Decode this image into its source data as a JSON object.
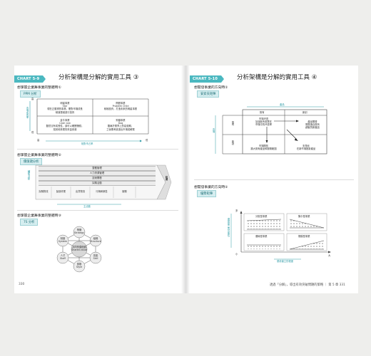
{
  "left": {
    "tag": "CHART 5-9",
    "title": "分析架構是分解的實用工具 ③",
    "page_number": "330",
    "sections": {
      "ppm": {
        "heading": "想掌握企業舞事業的整體時①",
        "tool": "PPM 分析",
        "y_axis_top": "高",
        "y_axis_bottom": "低",
        "y_axis_label": "市場成長率",
        "x_axis_left": "高",
        "x_axis_right": "低",
        "x_axis_label": "相對市占率",
        "star": {
          "title": "明星事業",
          "en": "Star",
          "line1": "現在正獲得的事業，需對市場成長",
          "line2": "積速運維進行投資"
        },
        "problem": {
          "title": "問題事業",
          "en": "Problem Child",
          "line1": "積極投資，打造未來的明星事業"
        },
        "cow": {
          "title": "金牛事業",
          "en": "Cash cow",
          "line1": "雖然沒有成長性，卻可以確實賺錢，",
          "line2": "是其他事業的資金來源"
        },
        "dog": {
          "title": "狗類事業",
          "en": "Dog",
          "line1": "雖屬於業界上的衰退期，",
          "line2": "之後需考慮退出市場或轉業"
        }
      },
      "value_chain": {
        "heading": "想掌握企業舞事業的整體時②",
        "tool": "價值鏈分析",
        "left_label": "輔助活動",
        "right_label": "利潤",
        "support": [
          "整體管理",
          "人力資源管理",
          "技術開發",
          "採購活動"
        ],
        "primary": [
          "採購物流",
          "製造作業",
          "出貨物流",
          "行銷和銷售",
          "服務"
        ],
        "bottom_label": "主活動"
      },
      "seven_s": {
        "heading": "想掌握企業舞事業的整體時③",
        "tool": "7S 分析",
        "nodes": {
          "strategy": {
            "zh": "策略",
            "en": "Strategy"
          },
          "system": {
            "zh": "制度",
            "en": "System"
          },
          "structure": {
            "zh": "組織",
            "en": "Structure"
          },
          "shared": {
            "zh": "共同的價值觀",
            "en": "Shared value"
          },
          "staff": {
            "zh": "人才",
            "en": "Staff"
          },
          "skill": {
            "zh": "技能",
            "en": "Skill"
          },
          "style": {
            "zh": "風格",
            "en": "Style"
          }
        }
      }
    }
  },
  "right": {
    "tag": "CHART 5-10",
    "title": "分析架構是分解的實用工具 ④",
    "page_number": "331",
    "footer_text": "透過「分解」，導出有效突破問題的策略",
    "chapter": "第 5 章",
    "sections": {
      "ansoff": {
        "heading": "想開發事業的方向時①",
        "tool": "安索夫矩陣",
        "top_label": "產品",
        "col1": "既有",
        "col2": "新創",
        "left_label": "市場",
        "row1": "既有",
        "row2": "新創",
        "penetration": {
          "title": "市場滲透",
          "line1": "加強既有事業在",
          "line2": "市場中的滲透率"
        },
        "product_dev": {
          "title": "產品開發",
          "line1": "開發適合既有",
          "line2": "顧客的新產品"
        },
        "market_dev": {
          "title": "市場開拓",
          "line1": "擴大既有產品和服務範圍"
        },
        "diversification": {
          "title": "多角化",
          "line1": "在新市場推新產品"
        }
      },
      "advantage": {
        "heading": "想開發事業的方向時②",
        "tool": "優勢矩陣",
        "y_label": "優勢建立的可能性",
        "y_top": "多",
        "x_left": "小",
        "x_right": "大",
        "x_label": "優勢建立的程度",
        "q1": "分散型事業",
        "q2": "集中型事業",
        "q3": "僵局型事業",
        "q4": "規模型事業"
      }
    }
  }
}
